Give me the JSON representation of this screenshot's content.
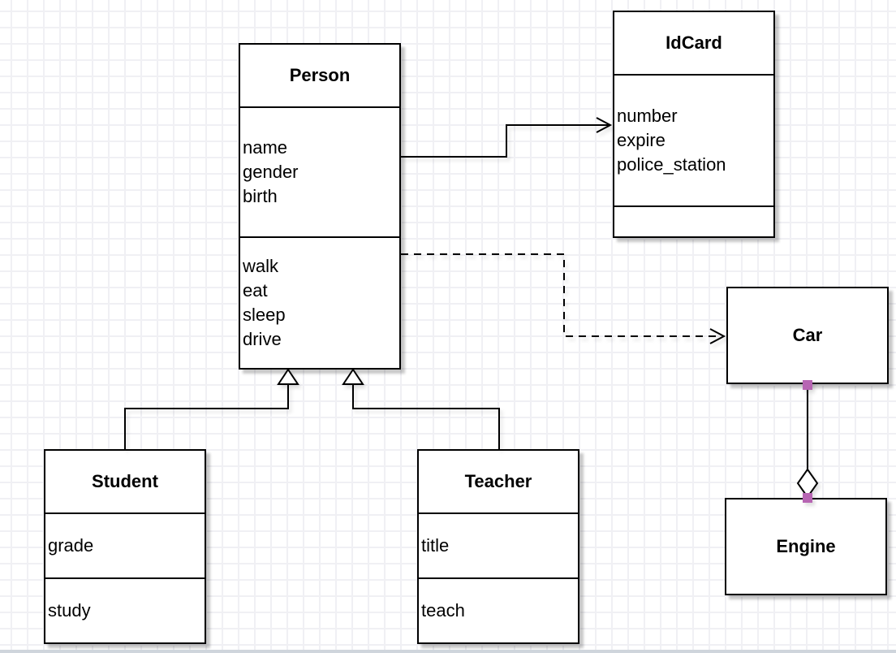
{
  "diagram": {
    "kind": "uml-class-diagram",
    "classes": {
      "person": {
        "name": "Person",
        "attributes": [
          "name",
          "gender",
          "birth"
        ],
        "operations": [
          "walk",
          "eat",
          "sleep",
          "drive"
        ]
      },
      "idcard": {
        "name": "IdCard",
        "attributes": [
          "number",
          "expire",
          "police_station"
        ],
        "operations": []
      },
      "student": {
        "name": "Student",
        "attributes": [
          "grade"
        ],
        "operations": [
          "study"
        ]
      },
      "teacher": {
        "name": "Teacher",
        "attributes": [
          "title"
        ],
        "operations": [
          "teach"
        ]
      },
      "car": {
        "name": "Car"
      },
      "engine": {
        "name": "Engine"
      }
    },
    "relationships": [
      {
        "type": "association",
        "from": "Person",
        "to": "IdCard",
        "line": "solid",
        "arrow": "open"
      },
      {
        "type": "dependency",
        "from": "Person",
        "to": "Car",
        "line": "dashed",
        "arrow": "open"
      },
      {
        "type": "generalization",
        "from": "Student",
        "to": "Person",
        "line": "solid",
        "arrow": "hollow-triangle"
      },
      {
        "type": "generalization",
        "from": "Teacher",
        "to": "Person",
        "line": "solid",
        "arrow": "hollow-triangle"
      },
      {
        "type": "aggregation",
        "from": "Car",
        "to": "Engine",
        "line": "solid",
        "arrow": "hollow-diamond"
      }
    ],
    "colors": {
      "line": "#000000",
      "box_fill": "#ffffff",
      "connection_handle": "#b765b3",
      "grid": "#f0f0f4",
      "bottom_edge": "#cfd5dc"
    }
  }
}
